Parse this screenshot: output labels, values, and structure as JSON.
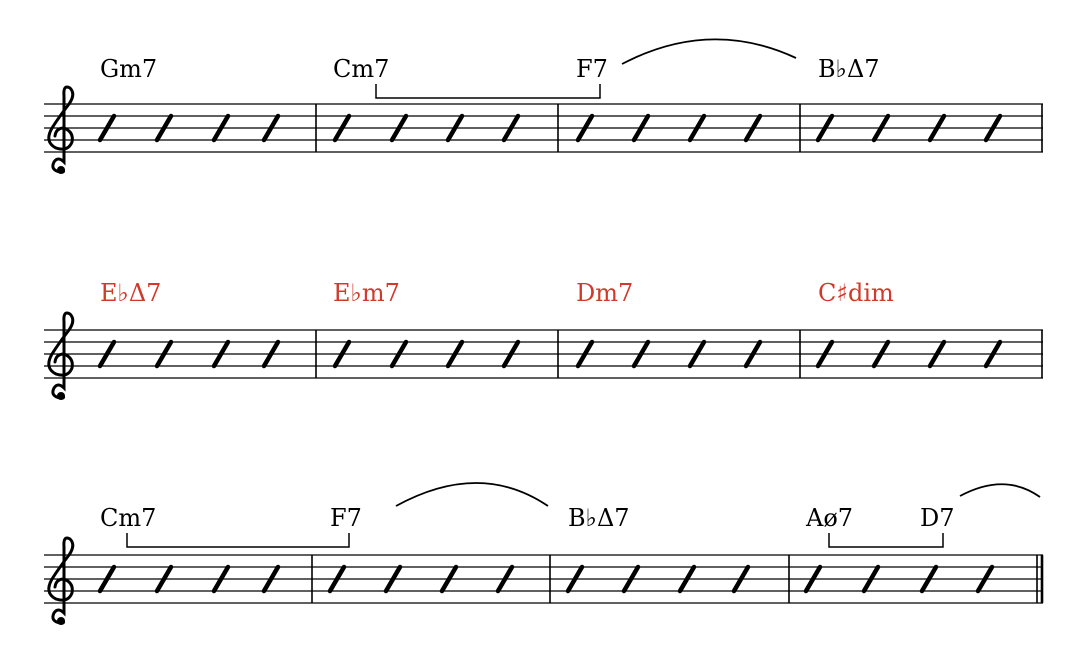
{
  "colors": {
    "ink": "#000000",
    "highlight": "#d0392b"
  },
  "clef": "treble-clef-icon",
  "slash": "slash-beat-icon",
  "beats_per_measure": 4,
  "systems": [
    {
      "measures": [
        {
          "chords": [
            {
              "label": "Gm7",
              "highlight": false
            }
          ]
        },
        {
          "chords": [
            {
              "label": "Cm7",
              "highlight": false
            }
          ]
        },
        {
          "chords": [
            {
              "label": "F7",
              "highlight": false
            }
          ]
        },
        {
          "chords": [
            {
              "label": "B♭Δ7",
              "highlight": false
            }
          ]
        }
      ]
    },
    {
      "measures": [
        {
          "chords": [
            {
              "label": "E♭Δ7",
              "highlight": true
            }
          ]
        },
        {
          "chords": [
            {
              "label": "E♭m7",
              "highlight": true
            }
          ]
        },
        {
          "chords": [
            {
              "label": "Dm7",
              "highlight": true
            }
          ]
        },
        {
          "chords": [
            {
              "label": "C♯dim",
              "highlight": true
            }
          ]
        }
      ]
    },
    {
      "measures": [
        {
          "chords": [
            {
              "label": "Cm7",
              "highlight": false
            }
          ]
        },
        {
          "chords": [
            {
              "label": "F7",
              "highlight": false
            }
          ]
        },
        {
          "chords": [
            {
              "label": "B♭Δ7",
              "highlight": false
            }
          ]
        },
        {
          "chords": [
            {
              "label": "Aø7",
              "highlight": false
            },
            {
              "label": "D7",
              "highlight": false
            }
          ]
        }
      ]
    }
  ]
}
